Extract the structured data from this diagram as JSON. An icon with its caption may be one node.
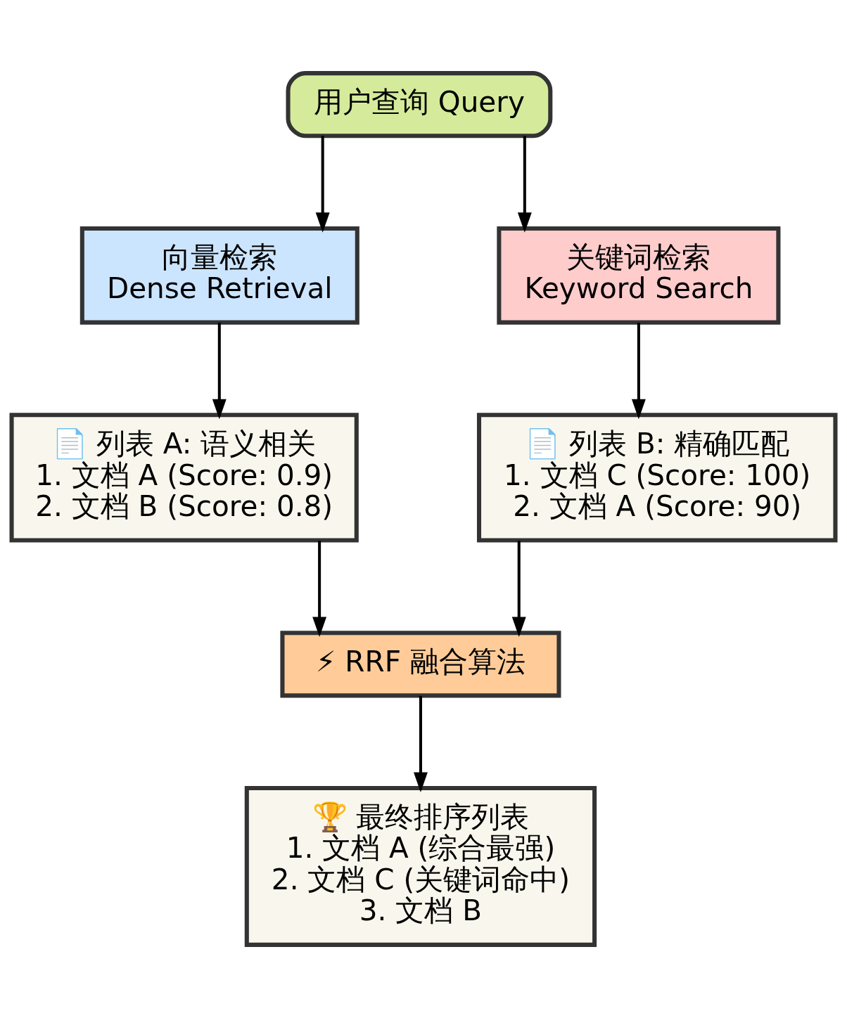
{
  "diagram": {
    "nodes": [
      {
        "text": [
          "用户查询 Query"
        ]
      },
      {
        "text": [
          "向量检索",
          "Dense Retrieval"
        ]
      },
      {
        "text": [
          "关键词检索",
          "Keyword Search"
        ]
      },
      {
        "text": [
          "📄 列表 A: 语义相关",
          "1. 文档 A (Score: 0.9)",
          "2. 文档 B (Score: 0.8)"
        ]
      },
      {
        "text": [
          "📄 列表 B: 精确匹配",
          "1. 文档 C (Score: 100)",
          "2. 文档 A (Score: 90)"
        ]
      },
      {
        "text": [
          "⚡ RRF 融合算法"
        ]
      },
      {
        "text": [
          "🏆 最终排序列表",
          "1. 文档 A (综合最强)",
          "2. 文档 C (关键词命中)",
          "3. 文档 B"
        ]
      }
    ],
    "edges": [
      {
        "from": 0,
        "to": 1,
        "arrow": "to"
      },
      {
        "from": 0,
        "to": 2,
        "arrow": "to"
      },
      {
        "from": 1,
        "to": 3,
        "arrow": "to"
      },
      {
        "from": 2,
        "to": 4,
        "arrow": "to"
      },
      {
        "from": 3,
        "to": 5,
        "arrow": "to"
      },
      {
        "from": 4,
        "to": 5,
        "arrow": "to"
      },
      {
        "from": 5,
        "to": 6,
        "arrow": "to"
      }
    ]
  }
}
